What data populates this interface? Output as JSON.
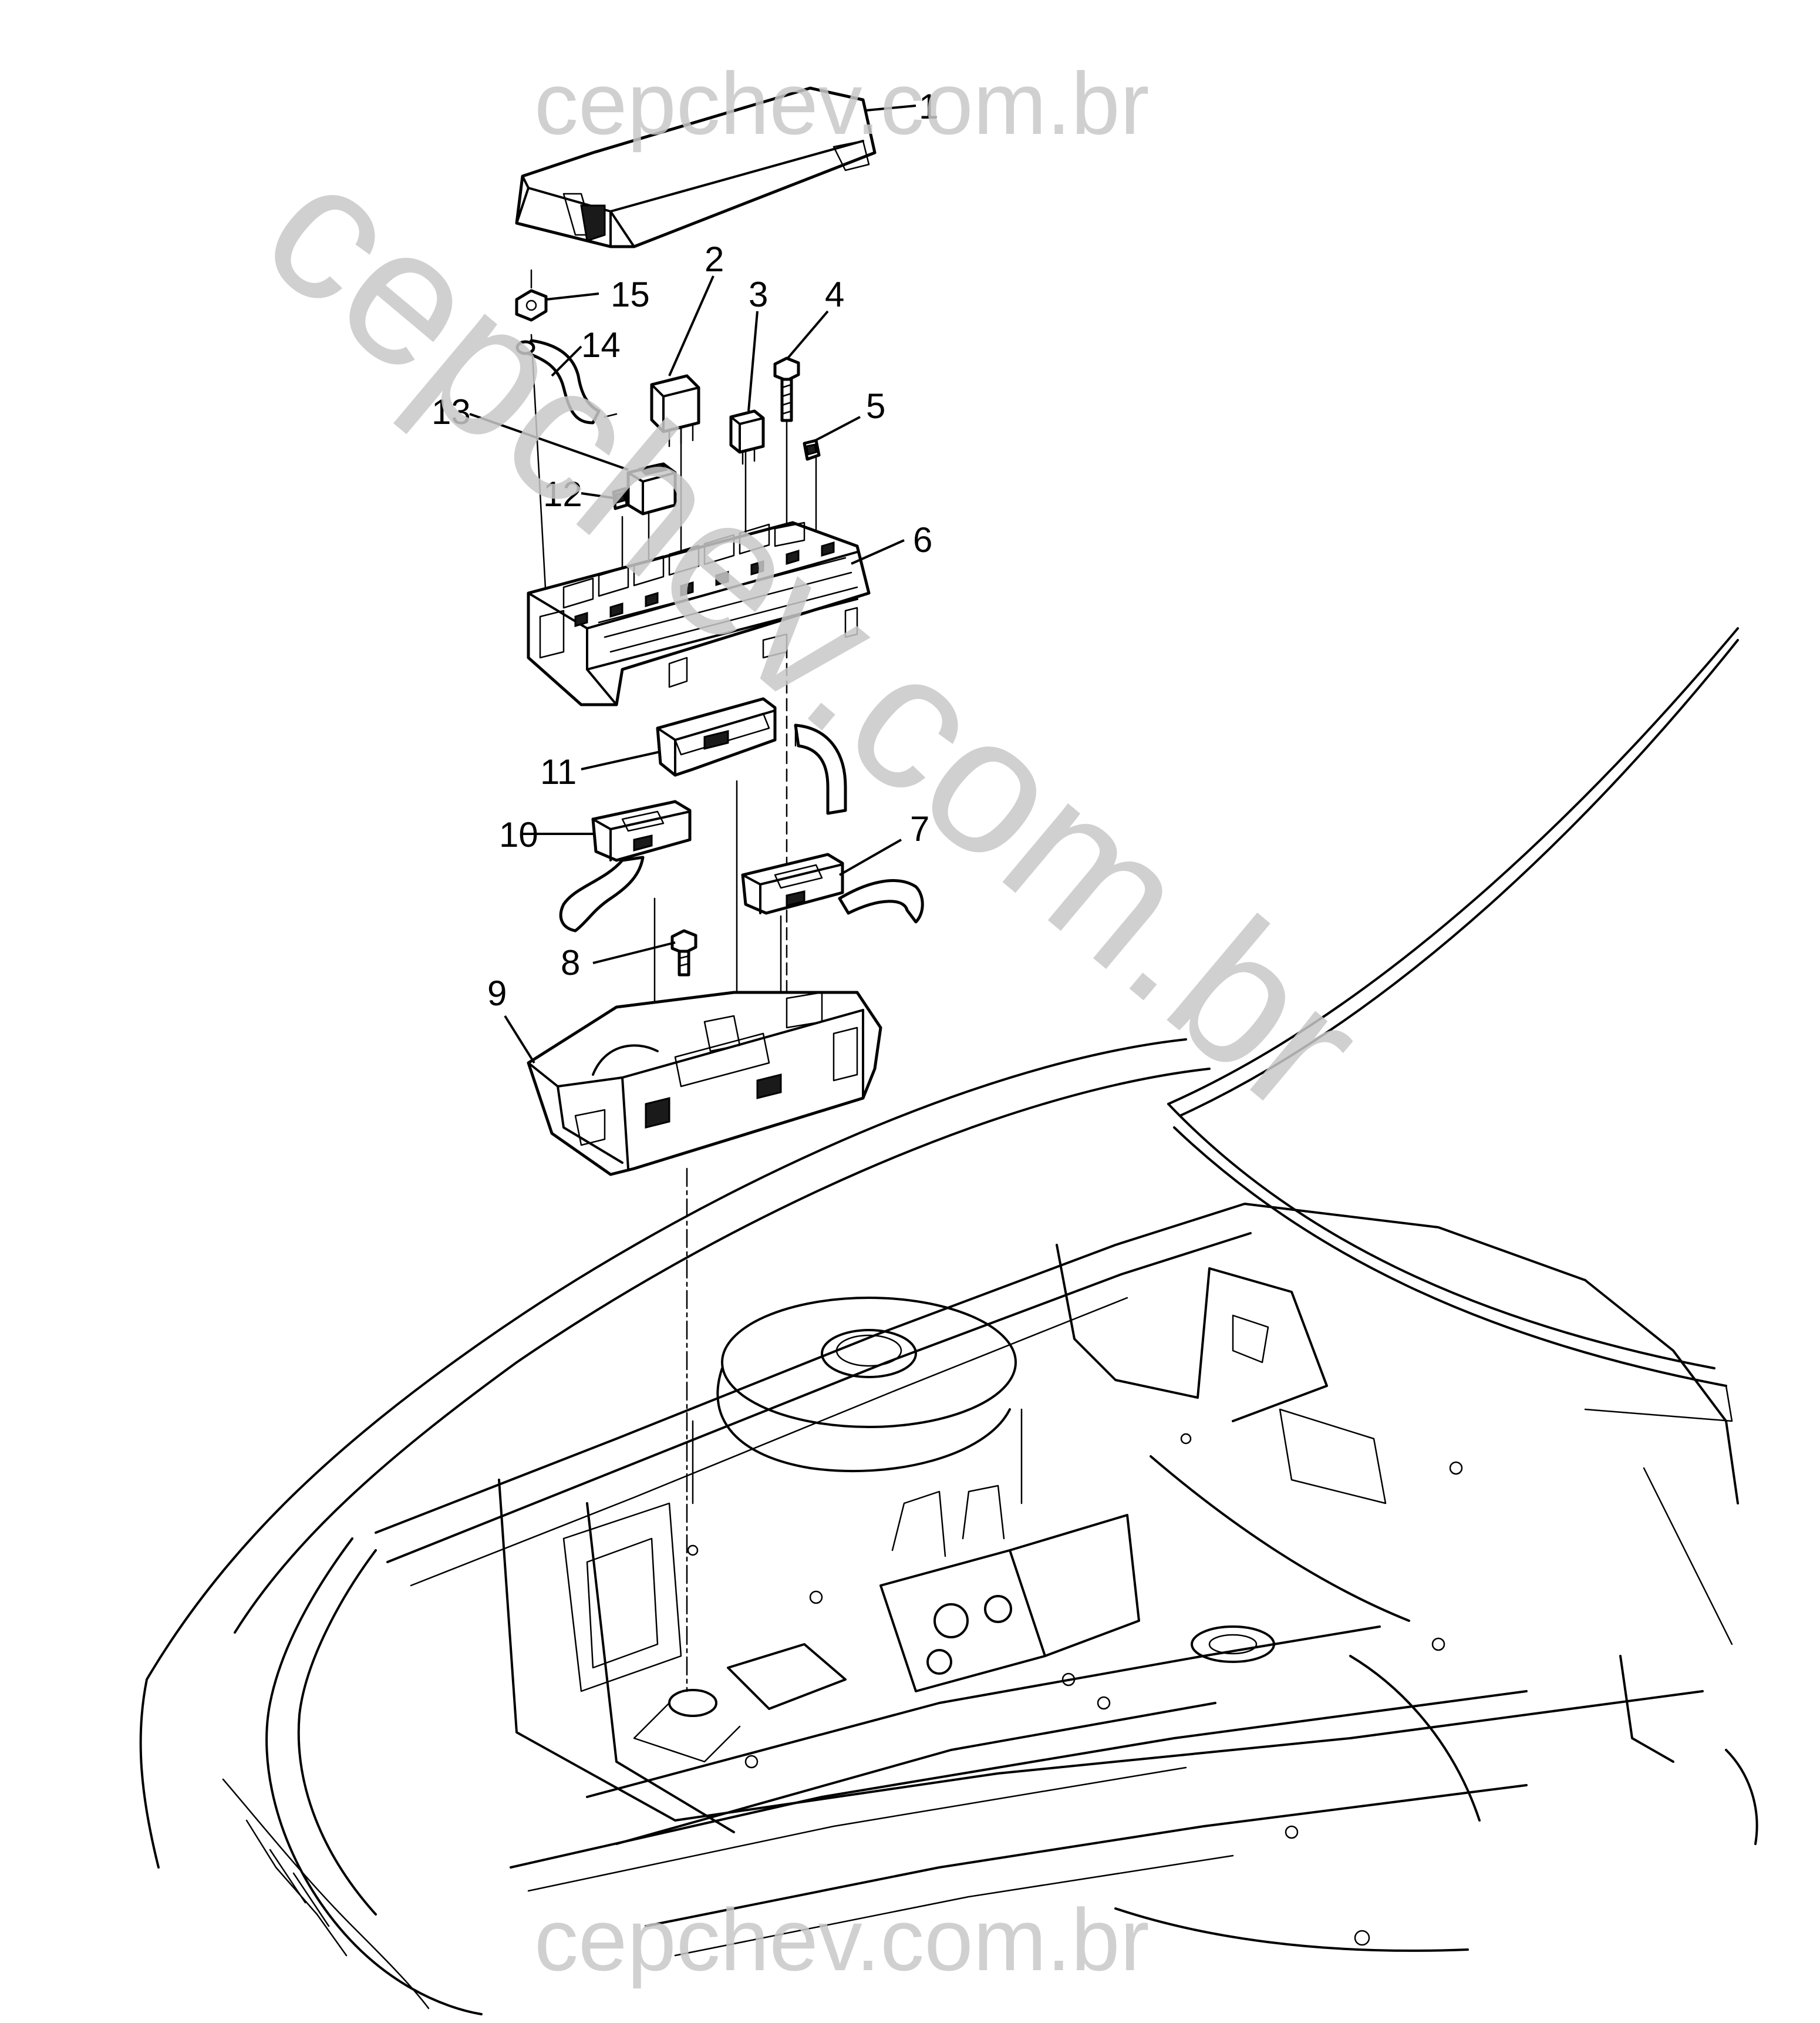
{
  "watermarks": {
    "top": "cepchev.com.br",
    "diagonal": "cepchev.com.br",
    "bottom": "cepchev.com.br",
    "color": "#c8c8c8"
  },
  "callouts": [
    {
      "id": "c1",
      "label": "1"
    },
    {
      "id": "c2",
      "label": "2"
    },
    {
      "id": "c3",
      "label": "3"
    },
    {
      "id": "c4",
      "label": "4"
    },
    {
      "id": "c5",
      "label": "5"
    },
    {
      "id": "c6",
      "label": "6"
    },
    {
      "id": "c7",
      "label": "7"
    },
    {
      "id": "c8",
      "label": "8"
    },
    {
      "id": "c9",
      "label": "9"
    },
    {
      "id": "c10",
      "label": "10"
    },
    {
      "id": "c11",
      "label": "11"
    },
    {
      "id": "c12",
      "label": "12"
    },
    {
      "id": "c13",
      "label": "13"
    },
    {
      "id": "c14",
      "label": "14"
    },
    {
      "id": "c15",
      "label": "15"
    }
  ]
}
